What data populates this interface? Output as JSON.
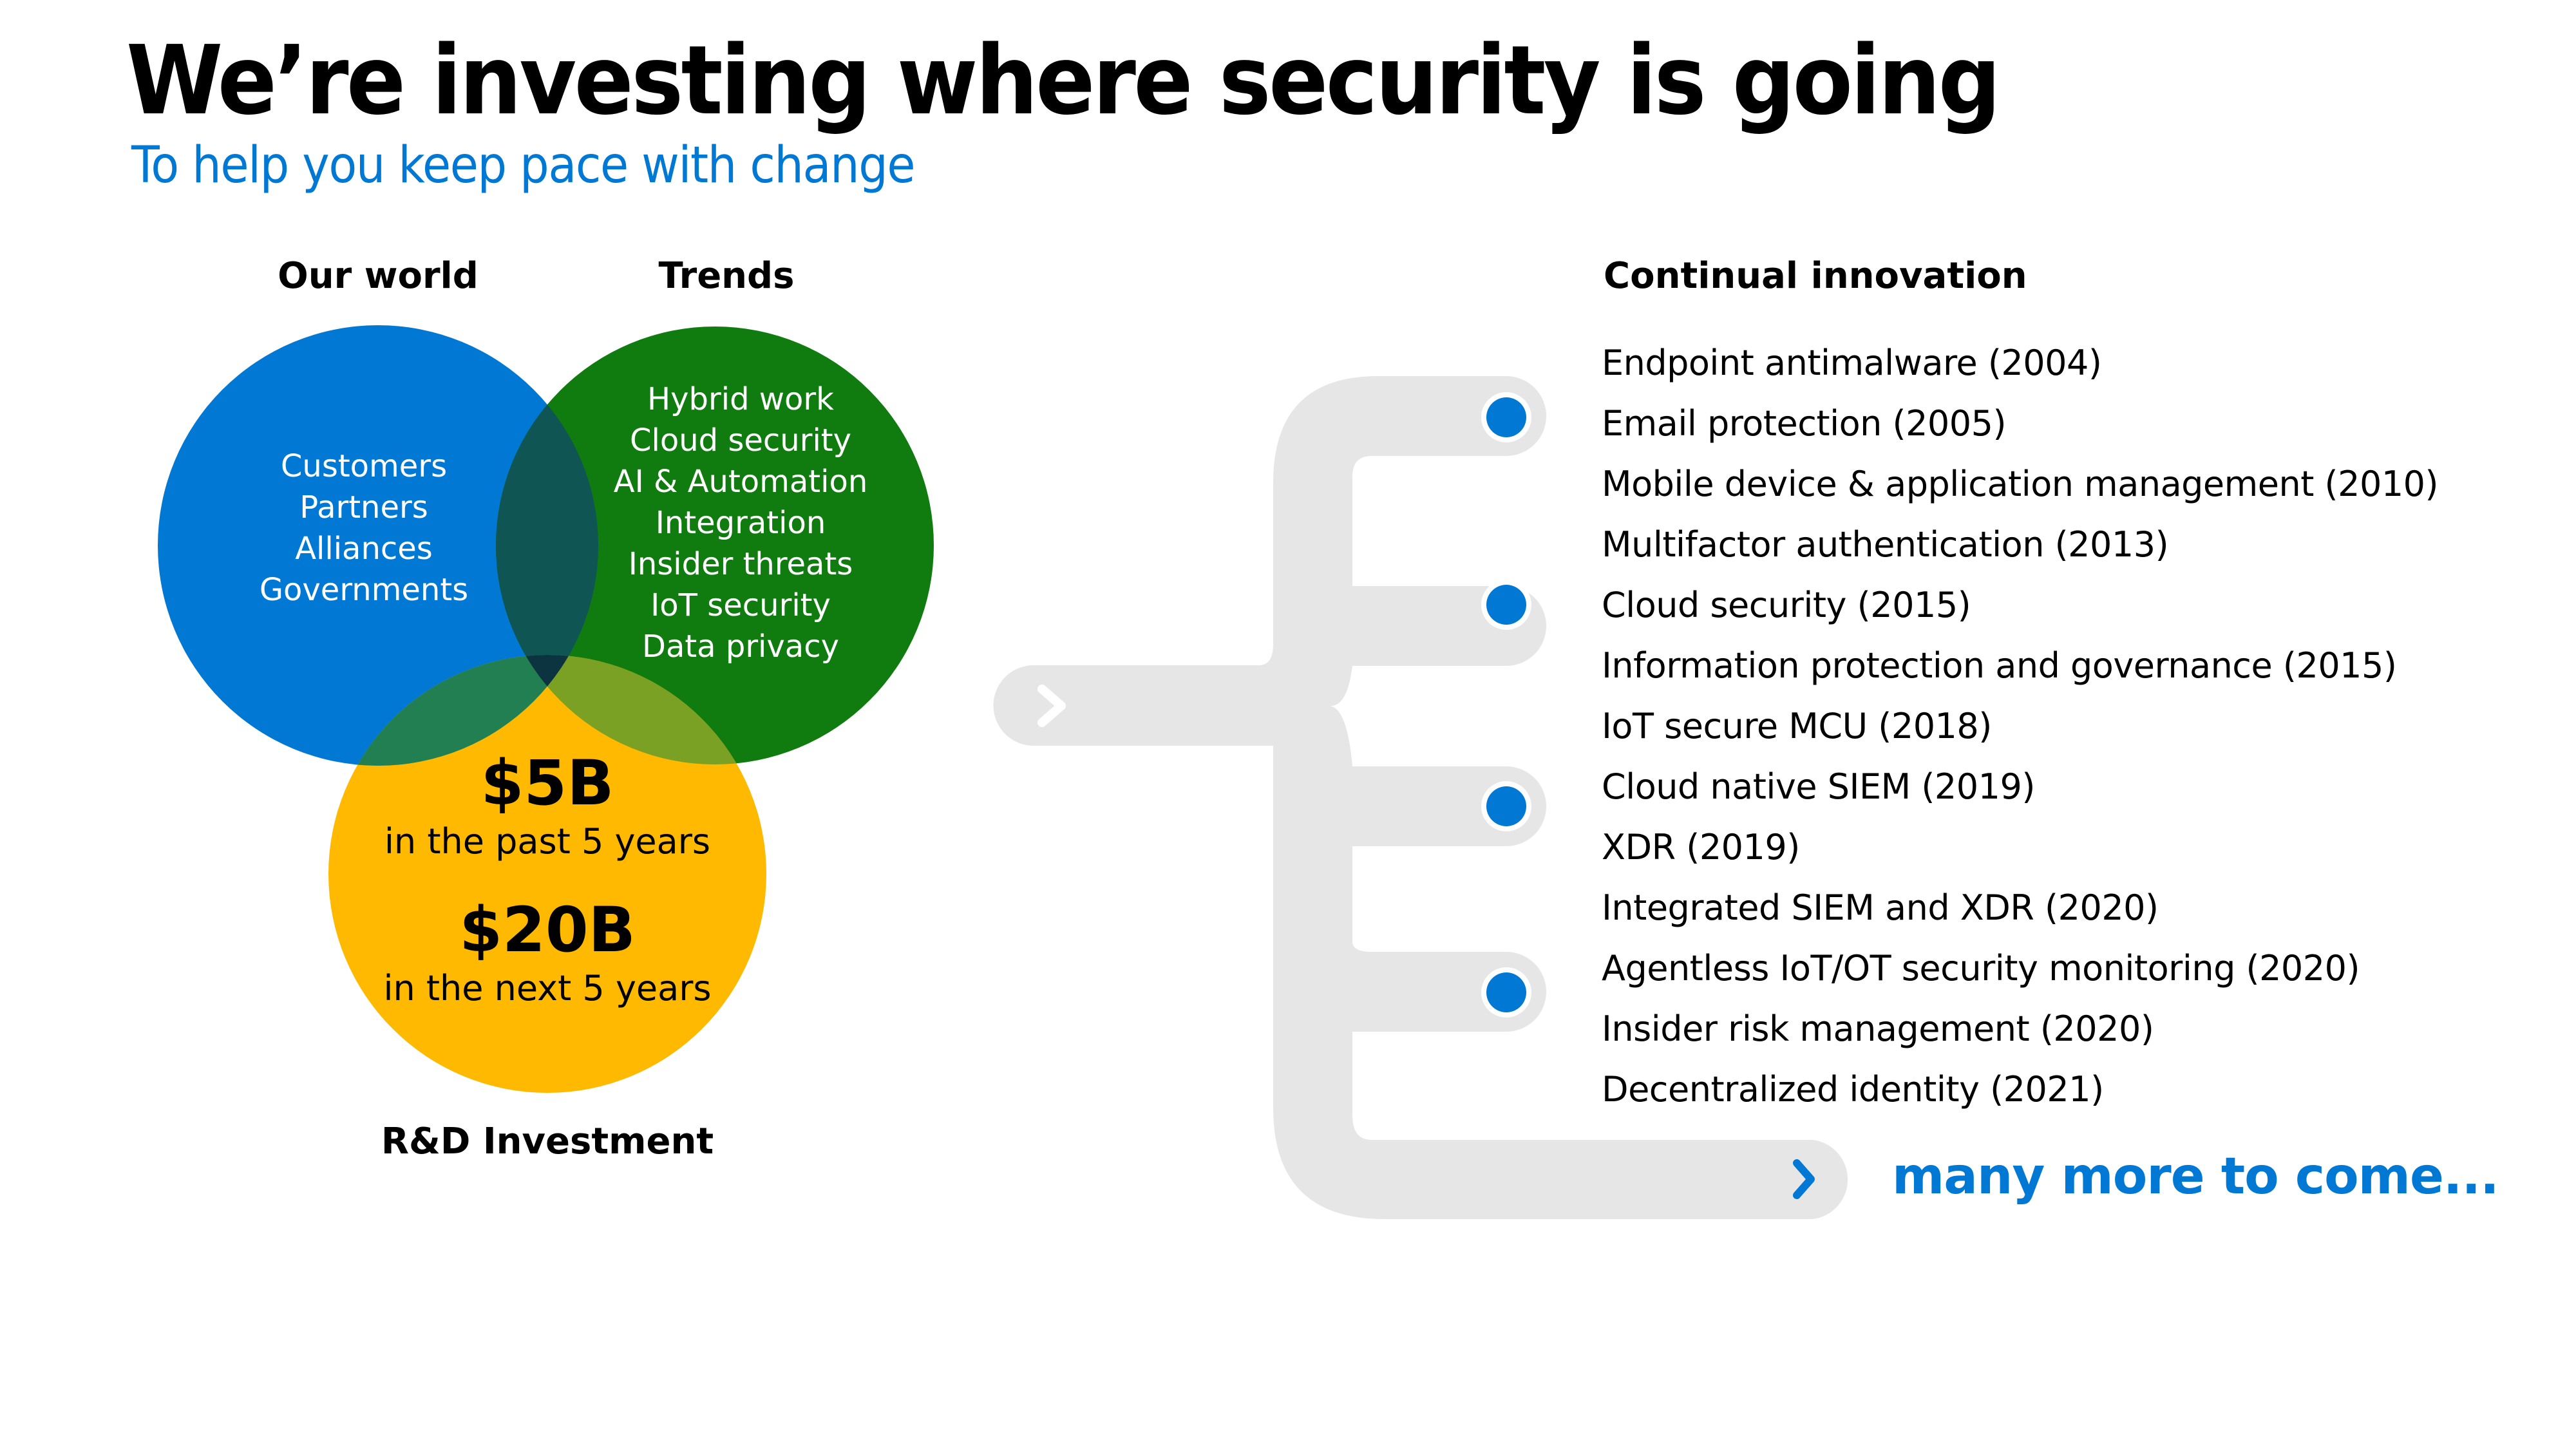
{
  "slide": {
    "title": "We’re investing where security is going",
    "subtitle": "To help you keep pace with change"
  },
  "venn": {
    "our_world": {
      "label": "Our world",
      "items": [
        "Customers",
        "Partners",
        "Alliances",
        "Governments"
      ],
      "color": "#0078d4"
    },
    "trends": {
      "label": "Trends",
      "items": [
        "Hybrid work",
        "Cloud security",
        "AI & Automation",
        "Integration",
        "Insider threats",
        "IoT security",
        "Data privacy"
      ],
      "color": "#107c10"
    },
    "investment": {
      "label": "R&D Investment",
      "past_amount": "$5B",
      "past_caption": "in the past 5 years",
      "future_amount": "$20B",
      "future_caption": "in the next 5 years",
      "color": "#ffb900"
    }
  },
  "innovation": {
    "heading": "Continual innovation",
    "items": [
      "Endpoint antimalware (2004)",
      "Email protection (2005)",
      "Mobile device & application management (2010)",
      "Multifactor authentication (2013)",
      "Cloud security (2015)",
      "Information protection and governance (2015)",
      "IoT secure MCU (2018)",
      "Cloud native SIEM (2019)",
      "XDR (2019)",
      "Integrated SIEM and XDR (2020)",
      "Agentless IoT/OT security monitoring (2020)",
      "Insider risk management (2020)",
      "Decentralized identity (2021)"
    ],
    "more_label": "many more to come...",
    "brace_color": "#e6e6e6",
    "dot_color": "#0078d4",
    "icons": {
      "entry": "chevron-right-icon",
      "more": "chevron-right-icon",
      "milestone": "dot-icon"
    }
  }
}
